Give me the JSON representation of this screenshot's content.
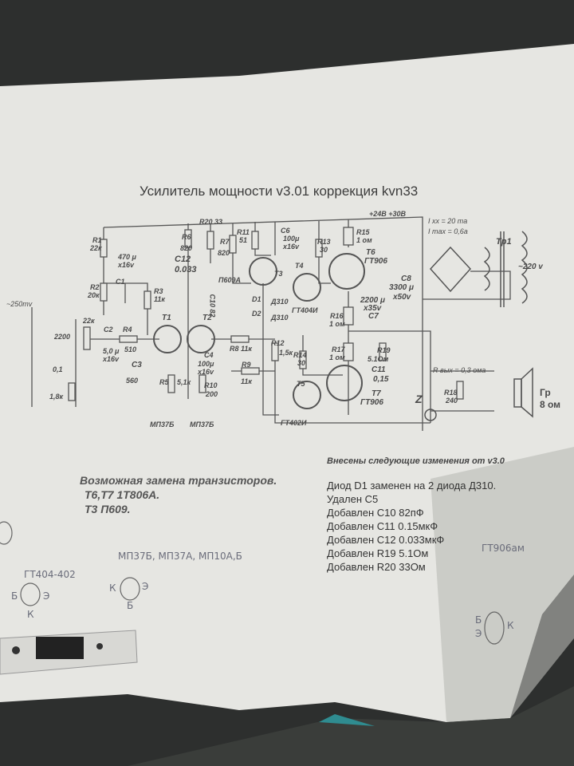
{
  "title": "Усилитель мощности  v3.01 коррекция kvn33",
  "supply": {
    "voltage": "+24B  +30B",
    "i_idle": "I xx = 20 ma",
    "i_max": "I max = 0,6a",
    "transformer": "Tp1",
    "mains": "~220 v"
  },
  "input": {
    "level": "~250mv",
    "pot": "22к",
    "c_tone": "2200",
    "c_switch": "0,1",
    "r_tone": "1,8к"
  },
  "components": {
    "R1": "R1",
    "R1v": "22к",
    "C1v": "470 μ",
    "C1v2": "x16v",
    "C1": "C1",
    "R2": "R2",
    "R2v": "20к",
    "R3": "R3",
    "R3v": "11к",
    "R20": "R20   33",
    "R6": "R6",
    "R6v": "820",
    "R7": "R7",
    "R7v": "820",
    "C12": "C12",
    "C12v": "0.033",
    "R11": "R11",
    "R11v": "51",
    "C6": "C6",
    "C6v": "100μ",
    "C6v2": "x16v",
    "R13": "R13",
    "R13v": "30",
    "R15": "R15",
    "R15v": "1 ом",
    "T6": "T6",
    "T6t": "ГТ906",
    "T4": "T4",
    "T4t": "ГТ404И",
    "T3": "T3",
    "T3t": "П609А",
    "D1": "D1",
    "D1t": "Д310",
    "D2": "D2",
    "D2t": "Д310",
    "C10": "C10 82",
    "C8": "C8",
    "C8v": "3300 μ",
    "C8v2": "x50v",
    "C7v": "2200 μ",
    "C7v2": "x35v",
    "C7": "C7",
    "R16": "R16",
    "R16v": "1 ом",
    "C2": "C2",
    "C2v": "5,0 μ",
    "C2v2": "x16v",
    "R4": "R4",
    "R4v": "510",
    "T1": "T1",
    "T2": "T2",
    "C3": "C3",
    "C3v": "560",
    "R5": "R5",
    "R5v": "5,1к",
    "C4": "C4",
    "C4v": "100μ",
    "C4v2": "x16v",
    "R8": "R8  11к",
    "R9": "R9",
    "R9v": "11к",
    "R10": "R10",
    "R10v": "200",
    "R12": "R12",
    "R12v": "1,5к",
    "R14": "R14",
    "R14v": "30",
    "R17": "R17",
    "R17v": "1 ом",
    "R19": "R19",
    "R19v": "5.1Ом",
    "C11": "C11",
    "C11v": "0,15",
    "T5": "T5",
    "T5t": "ГТ402И",
    "T7": "T7",
    "T7t": "ГТ906",
    "Z": "Z",
    "R18": "R18",
    "R18v": "240",
    "Rout": "R вых = 0,3 ома",
    "Sp": "Гр",
    "Spv": "8 ом",
    "T1t": "МП37Б",
    "T2t": "МП37Б"
  },
  "replacement": {
    "heading": "Возможная замена транзисторов.",
    "line1": "T6,T7 1T806A.",
    "line2": "T3   П609."
  },
  "changes": {
    "heading": "Внесены следующие изменения от v3.0",
    "items": [
      "Диод D1 заменен на 2 диода Д310.",
      "Удален C5",
      "Добавлен C10 82пФ",
      "Добавлен C11 0.15мкФ",
      "Добавлен C12 0.033мкФ",
      "Добавлен R19 5.1Ом",
      "Добавлен R20 33Ом"
    ]
  },
  "handwritten": {
    "analogs": "МП37Б, МП37А, МП10А,Б",
    "gt404": "ГТ404-402",
    "gt906": "ГТ906ам",
    "pin_k": "К",
    "pin_b": "Б",
    "pin_e": "Э"
  }
}
